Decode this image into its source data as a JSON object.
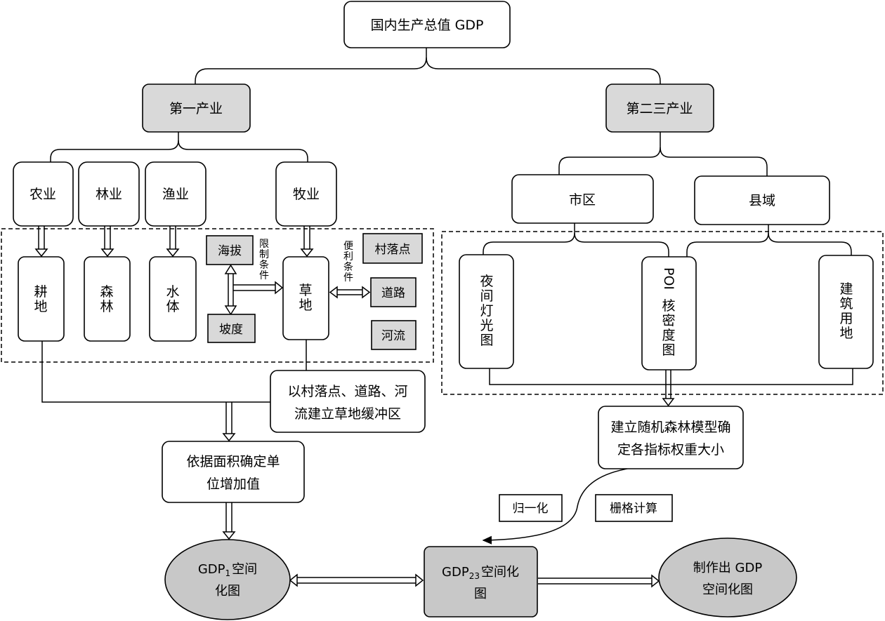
{
  "nodes": {
    "gdp_root": "国内生产总值 GDP",
    "primary": "第一产业",
    "secondary_tertiary": "第二三产业",
    "agriculture": "农业",
    "forestry": "林业",
    "fishery": "渔业",
    "husbandry": "牧业",
    "urban": "市区",
    "county": "县域",
    "cropland": [
      "耕",
      "地"
    ],
    "forest": [
      "森",
      "林"
    ],
    "water": [
      "水",
      "体"
    ],
    "grassland": [
      "草",
      "地"
    ],
    "altitude": "海拔",
    "slope": "坡度",
    "village": "村落点",
    "road": "道路",
    "river": "河流",
    "limit_label": [
      "限",
      "制",
      "条",
      "件"
    ],
    "convenience_label": [
      "便",
      "利",
      "条",
      "件"
    ],
    "night_light": [
      "夜",
      "间",
      "灯",
      "光",
      "图"
    ],
    "poi_density": [
      "POI",
      "核",
      "密",
      "度",
      "图"
    ],
    "built_land": [
      "建",
      "筑",
      "用",
      "地"
    ],
    "buffer": [
      "以村落点、道路、河",
      "流建立草地缓冲区"
    ],
    "unit_value": [
      "依据面积确定单",
      "位增加值"
    ],
    "rf_model": [
      "建立随机森林模型确",
      "定各指标权重大小"
    ],
    "normalize": "归一化",
    "raster_calc": "栅格计算",
    "gdp1": {
      "main": "GDP",
      "sub": "1",
      "tail": "空间",
      "line2": "化图"
    },
    "gdp23": {
      "main": "GDP",
      "sub": "23",
      "tail": "空间化",
      "line2": "图"
    },
    "final": [
      "制作出 GDP",
      "空间化图"
    ]
  }
}
